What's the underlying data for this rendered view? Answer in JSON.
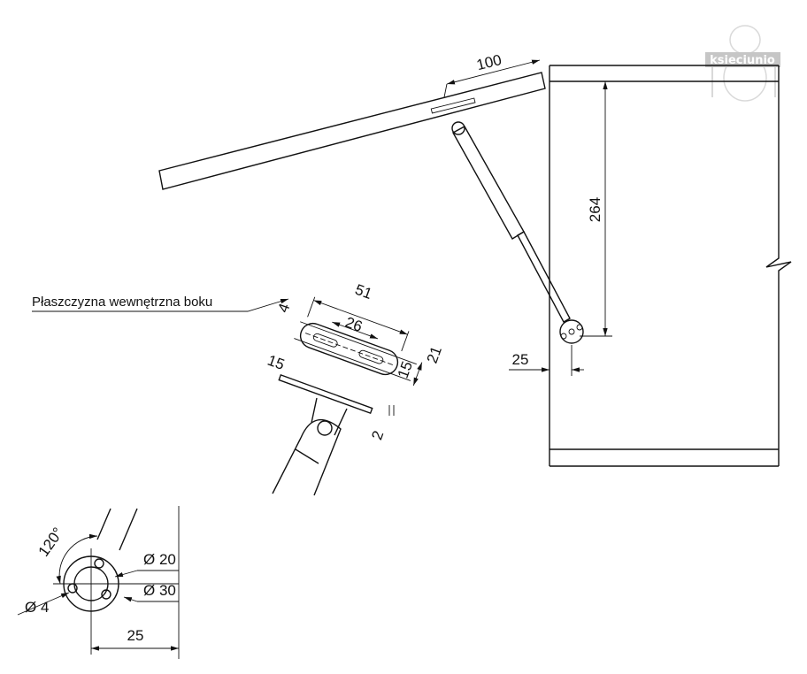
{
  "drawing": {
    "label_inner_plane": "Płaszczyzna wewnętrzna boku",
    "dims": {
      "lid_offset": "100",
      "height": "264",
      "side_offset": "25",
      "plate_length": "51",
      "slot_spacing": "26",
      "plate_width": "21",
      "slot_offset_a": "15",
      "slot_offset_b": "15",
      "edge_offset": "4",
      "plate_thickness": "2",
      "angle": "120°",
      "dia_inner": "Ø 20",
      "dia_outer": "Ø 30",
      "dia_hole": "Ø 4",
      "mount_offset": "25"
    }
  },
  "logo": {
    "text": "ksieciunio"
  }
}
